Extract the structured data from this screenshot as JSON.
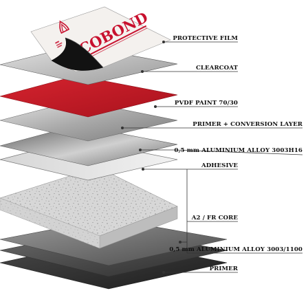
{
  "layers": [
    {
      "id": "protective-film",
      "label": "PROTECTIVE FILM"
    },
    {
      "id": "clearcoat",
      "label": "CLEARCOAT"
    },
    {
      "id": "pvdf-paint",
      "label": "PVDF PAINT 70/30"
    },
    {
      "id": "primer-conversion",
      "label": "PRIMER + CONVERSION LAYER"
    },
    {
      "id": "aluminium-top",
      "label": "0,5 mm ALUMINIUM ALLOY 3003H16"
    },
    {
      "id": "adhesive",
      "label": "ADHESIVE"
    },
    {
      "id": "core",
      "label": "A2 / FR CORE"
    },
    {
      "id": "aluminium-bottom",
      "label": "0,5 mm ALUMINIUM ALLOY 3003/1100"
    },
    {
      "id": "primer-bottom",
      "label": "PRIMER"
    }
  ],
  "film_brand": "R-COBOND",
  "colors": {
    "film": "#f4f1ee",
    "film_print": "#c8102e",
    "clearcoat": "#c7c7c7",
    "paint": "#c41e2a",
    "primer_gray": "#b9b9b9",
    "aluminium": "#8c8c8c",
    "core": "#d9d9d9",
    "bottom_dark": "#3a3a3a"
  }
}
